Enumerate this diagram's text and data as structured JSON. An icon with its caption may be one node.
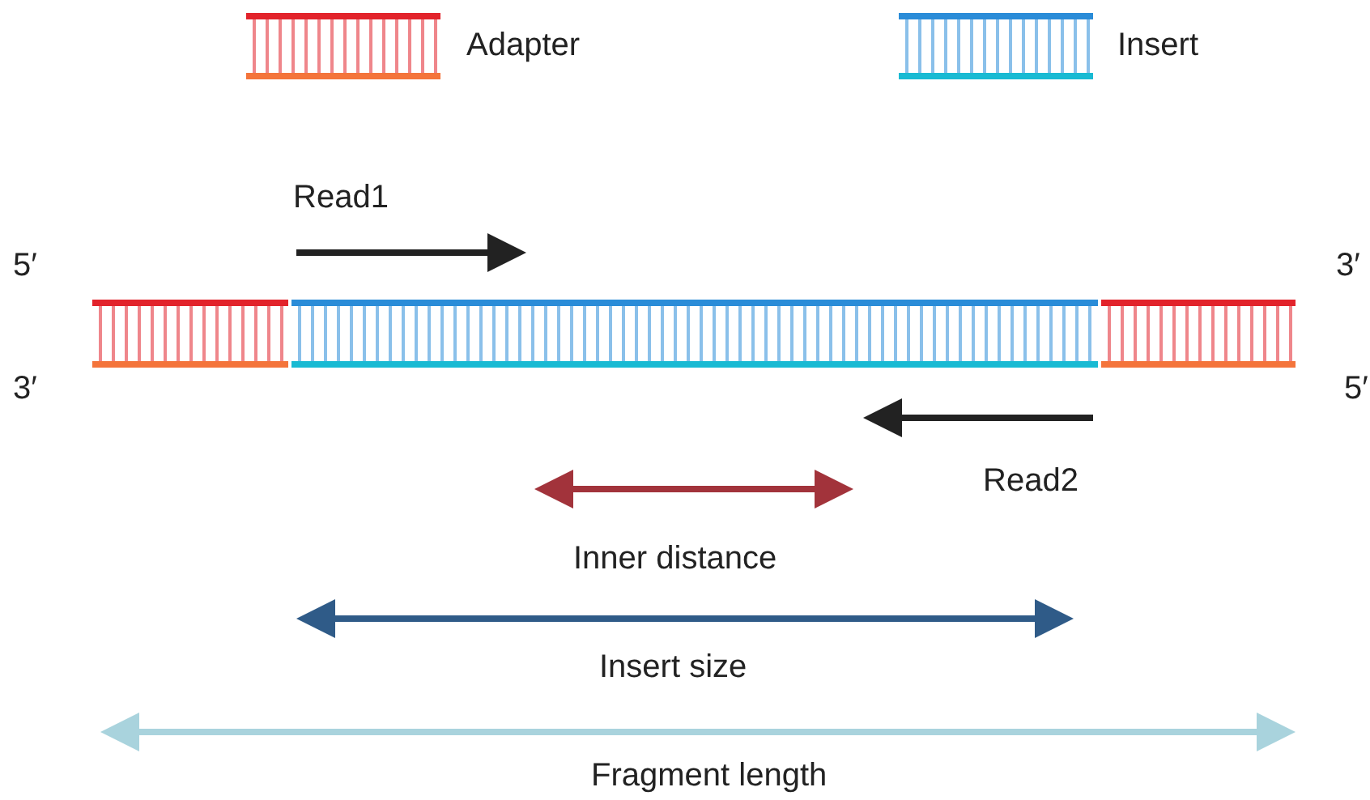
{
  "diagram": {
    "labels": [
      "Read1",
      "5′",
      "3′",
      "3′",
      "5′",
      "Read2",
      "Inner distance",
      "Insert size",
      "Fragment length"
    ],
    "legend": [
      {
        "text": "Adapter"
      },
      {
        "text": "Insert"
      }
    ]
  }
}
